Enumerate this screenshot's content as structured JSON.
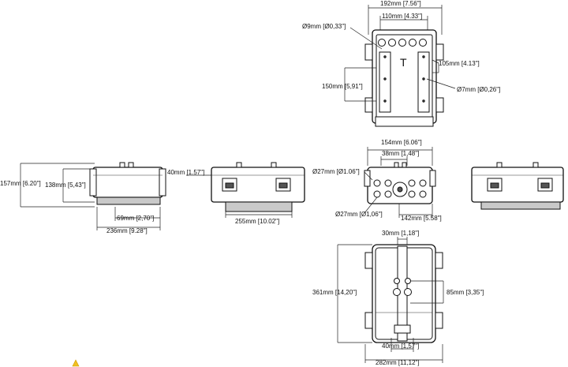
{
  "top_view": {
    "overall_width": "192mm [7.56\"]",
    "gland_span": "110mm [4.33\"]",
    "hole_large": "Ø9mm [Ø0,33\"]",
    "rail_spacing": "105mm [4.13\"]",
    "rail_length": "150mm [5,91\"]",
    "hole_small": "Ø7mm [Ø0,26\"]",
    "center_mark": "T"
  },
  "left_view": {
    "total_height": "157mm [6.20\"]",
    "body_height": "138mm [5,43\"]",
    "foot_width": "69mm [2,70\"]",
    "overall_length": "236mm [9.28\"]"
  },
  "front_view": {
    "lid_height": "40mm [1.57\"]",
    "base_length": "255mm [10.02\"]"
  },
  "gland_view": {
    "overall": "154mm [6.06\"]",
    "inner": "38mm [1,48\"]",
    "gland_top": "Ø27mm [Ø1.06\"]",
    "gland_bottom": "Ø27mm [Ø1,06\"]",
    "width": "142mm [5.58\"]"
  },
  "back_view": {
    "top_width": "30mm [1,18\"]",
    "height": "361mm [14,20\"]",
    "hole_spacing": "85mm [3,35\"]",
    "slot_width": "40mm [1,57\"]",
    "overall_width": "282mm [11,12\"]"
  },
  "colors": {
    "line": "#111111",
    "fill": "#c9c9c9",
    "warning": "#f0c020"
  },
  "icons": {
    "warning": "warning-triangle-icon"
  }
}
